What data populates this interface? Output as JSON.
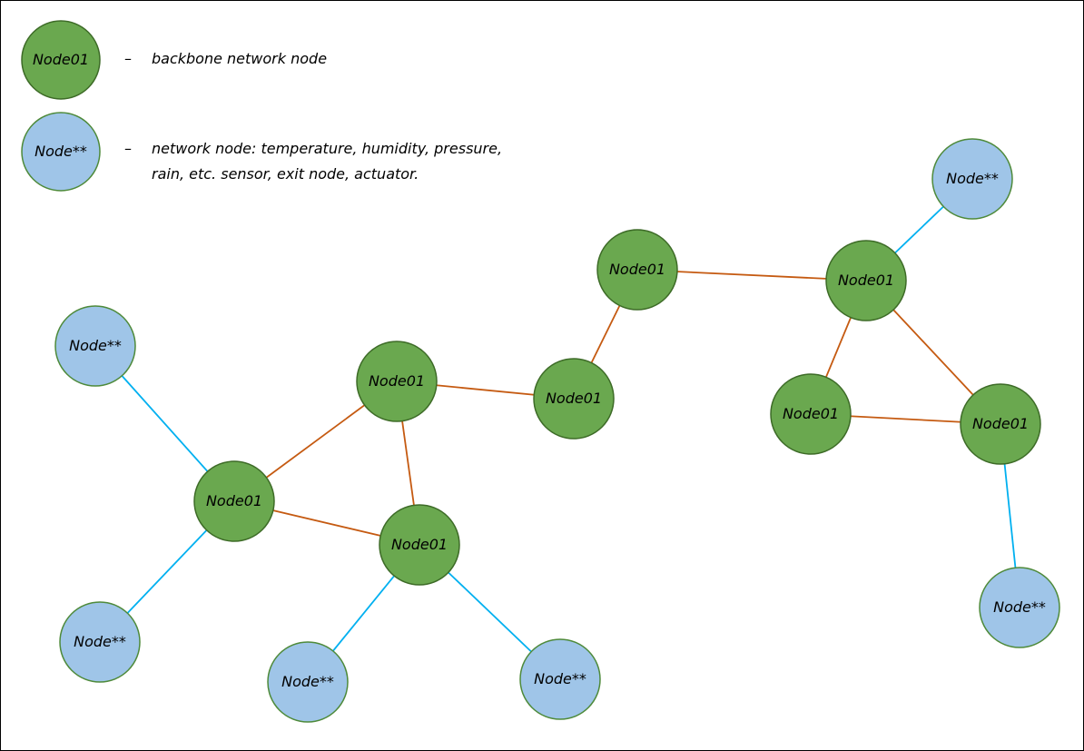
{
  "legend": {
    "backbone": {
      "label": "Node01",
      "dash": "–",
      "description": "backbone network node"
    },
    "sensor": {
      "label": "Node**",
      "dash": "–",
      "description_line1": "network node: temperature, humidity, pressure,",
      "description_line2": "rain, etc. sensor, exit node, actuator."
    }
  },
  "colors": {
    "backbone_fill": "#6aa84f",
    "backbone_stroke": "#3d6b27",
    "sensor_fill": "#9fc5e8",
    "sensor_stroke": "#4e8a3a",
    "backbone_link": "#c55a11",
    "sensor_link": "#00b0f0"
  },
  "diagram": {
    "nodes": [
      {
        "id": "b1",
        "type": "backbone",
        "label": "Node01"
      },
      {
        "id": "b2",
        "type": "backbone",
        "label": "Node01"
      },
      {
        "id": "b3",
        "type": "backbone",
        "label": "Node01"
      },
      {
        "id": "b4",
        "type": "backbone",
        "label": "Node01"
      },
      {
        "id": "b5",
        "type": "backbone",
        "label": "Node01"
      },
      {
        "id": "b6",
        "type": "backbone",
        "label": "Node01"
      },
      {
        "id": "b7",
        "type": "backbone",
        "label": "Node01"
      },
      {
        "id": "b8",
        "type": "backbone",
        "label": "Node01"
      },
      {
        "id": "s1",
        "type": "sensor",
        "label": "Node**"
      },
      {
        "id": "s2",
        "type": "sensor",
        "label": "Node**"
      },
      {
        "id": "s3",
        "type": "sensor",
        "label": "Node**"
      },
      {
        "id": "s4",
        "type": "sensor",
        "label": "Node**"
      },
      {
        "id": "s5",
        "type": "sensor",
        "label": "Node**"
      },
      {
        "id": "s6",
        "type": "sensor",
        "label": "Node**"
      }
    ],
    "edges": [
      {
        "from": "b1",
        "to": "b2",
        "kind": "backbone"
      },
      {
        "from": "b1",
        "to": "b3",
        "kind": "backbone"
      },
      {
        "from": "b2",
        "to": "b3",
        "kind": "backbone"
      },
      {
        "from": "b2",
        "to": "b4",
        "kind": "backbone"
      },
      {
        "from": "b4",
        "to": "b5",
        "kind": "backbone"
      },
      {
        "from": "b5",
        "to": "b6",
        "kind": "backbone"
      },
      {
        "from": "b6",
        "to": "b7",
        "kind": "backbone"
      },
      {
        "from": "b6",
        "to": "b8",
        "kind": "backbone"
      },
      {
        "from": "b7",
        "to": "b8",
        "kind": "backbone"
      },
      {
        "from": "b1",
        "to": "s1",
        "kind": "sensor"
      },
      {
        "from": "b1",
        "to": "s2",
        "kind": "sensor"
      },
      {
        "from": "b3",
        "to": "s3",
        "kind": "sensor"
      },
      {
        "from": "b3",
        "to": "s4",
        "kind": "sensor"
      },
      {
        "from": "b6",
        "to": "s5",
        "kind": "sensor"
      },
      {
        "from": "b8",
        "to": "s6",
        "kind": "sensor"
      }
    ]
  }
}
